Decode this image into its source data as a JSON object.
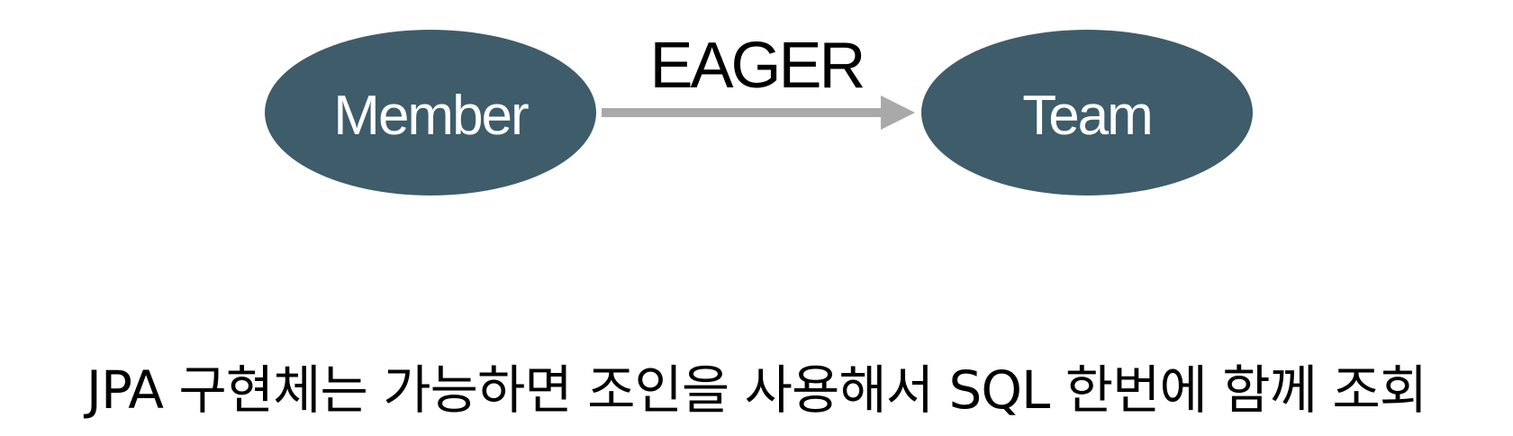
{
  "colors": {
    "node_fill": "#3e5c6a",
    "node_text": "#ffffff",
    "arrow": "#a9a9a9",
    "text": "#000000",
    "background": "#ffffff"
  },
  "diagram": {
    "nodes": [
      {
        "id": "member",
        "label": "Member"
      },
      {
        "id": "team",
        "label": "Team"
      }
    ],
    "edges": [
      {
        "from": "member",
        "to": "team",
        "label": "EAGER"
      }
    ]
  },
  "caption": "JPA 구현체는 가능하면 조인을 사용해서 SQL 한번에 함께 조회"
}
